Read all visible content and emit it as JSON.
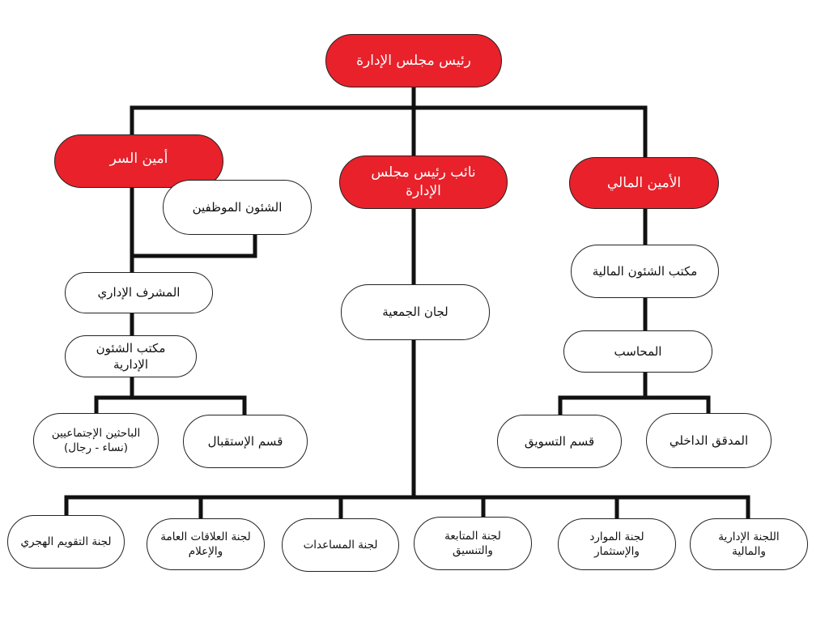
{
  "colors": {
    "accent": "#e8212b",
    "box_fill": "#ffffff",
    "line": "#111111"
  },
  "nodes": {
    "chairman": "رئيس مجلس الإدارة",
    "secretary": "أمين السر",
    "vice_chairman": "نائب رئيس مجلس الإدارة",
    "treasurer": "الأمين المالي",
    "personnel_affairs": "الشئون الموظفين",
    "financial_affairs_office": "مكتب الشئون المالية",
    "admin_supervisor": "المشرف الإداري",
    "assembly_committees": "لجان الجمعية",
    "accountant": "المحاسب",
    "admin_affairs_office": "مكتب الشئون الإدارية",
    "social_researchers": "الباحثين الإجتماعيين",
    "social_researchers_note": "(نساء - رجال)",
    "reception_dept": "قسم الإستقبال",
    "marketing_dept": "قسم التسويق",
    "internal_auditor": "المدقق الداخلي",
    "committee_hijri": "لجنة التقويم الهجري",
    "committee_pr": "لجنة العلاقات العامة والإعلام",
    "committee_aid": "لجنة المساعدات",
    "committee_followup": "لجنة المتابعة والتنسيق",
    "committee_resources": "لجنة الموارد والإستثمار",
    "committee_admin_finance": "اللجنة الإدارية والمالية"
  }
}
